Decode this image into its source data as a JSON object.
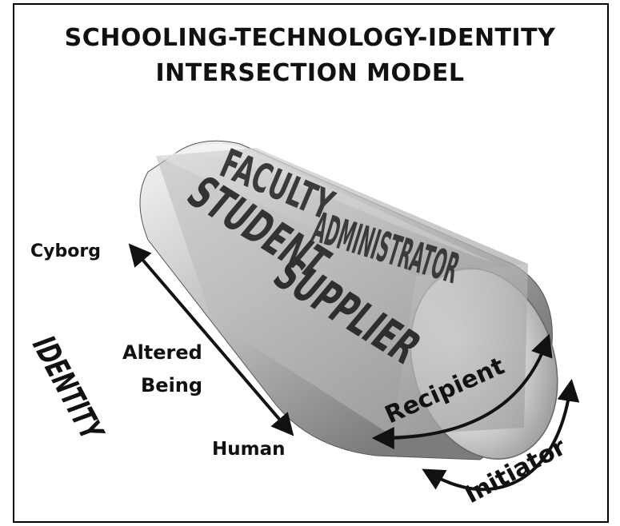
{
  "title": {
    "line1": "SCHOOLING-TECHNOLOGY-IDENTITY",
    "line2": "INTERSECTION MODEL"
  },
  "faces": {
    "top": "FACULTY",
    "left": "STUDENT",
    "center": "SUPPLIER",
    "right": "ADMINISTRATOR"
  },
  "identity_axis": {
    "label": "IDENTITY",
    "top": "Cyborg",
    "middle_line1": "Altered",
    "middle_line2": "Being",
    "bottom": "Human"
  },
  "role_axes": {
    "inner": "Recipient",
    "outer": "Initiator"
  },
  "colors": {
    "ink": "#111111",
    "cylinder_light": "#f2f2f2",
    "cylinder_dark": "#6e6e6e",
    "face_text": "#3a3a3a"
  }
}
